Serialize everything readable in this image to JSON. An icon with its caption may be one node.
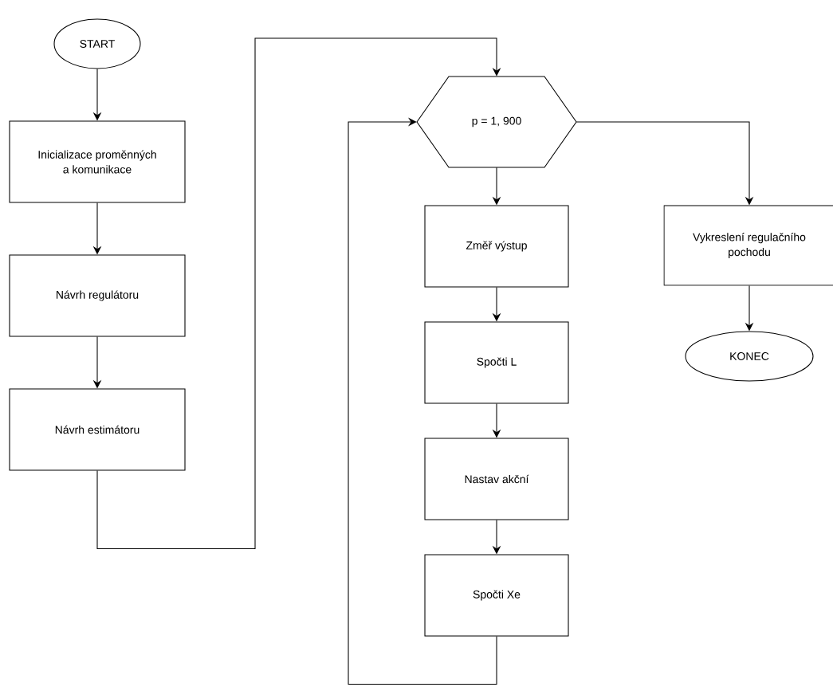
{
  "diagram": {
    "nodes": [
      {
        "text": [
          "START"
        ]
      },
      {
        "text": [
          "Inicializace proměnných a komunikace"
        ]
      },
      {
        "text": [
          "Návrh regulátoru"
        ]
      },
      {
        "text": [
          "Návrh estimátoru"
        ]
      },
      {
        "text": [
          "p = 1, 900"
        ]
      },
      {
        "text": [
          "Změř výstup"
        ]
      },
      {
        "text": [
          "Spočti L"
        ]
      },
      {
        "text": [
          "Nastav akční"
        ]
      },
      {
        "text": [
          "Spočti Xe"
        ]
      },
      {
        "text": [
          "Vykreslení regulačního pochodu"
        ]
      },
      {
        "text": [
          "KONEC"
        ]
      }
    ],
    "edges": [
      {
        "from": 0,
        "to": 1,
        "arrow": "to"
      },
      {
        "from": 1,
        "to": 2,
        "arrow": "to"
      },
      {
        "from": 2,
        "to": 3,
        "arrow": "to"
      },
      {
        "from": 3,
        "to": 4,
        "arrow": "to"
      },
      {
        "from": 4,
        "to": 5,
        "arrow": "to"
      },
      {
        "from": 5,
        "to": 6,
        "arrow": "to"
      },
      {
        "from": 6,
        "to": 7,
        "arrow": "to"
      },
      {
        "from": 7,
        "to": 8,
        "arrow": "to"
      },
      {
        "from": 8,
        "to": 4,
        "arrow": "to"
      },
      {
        "from": 4,
        "to": 9,
        "arrow": "to"
      },
      {
        "from": 9,
        "to": 10,
        "arrow": "to"
      }
    ]
  }
}
